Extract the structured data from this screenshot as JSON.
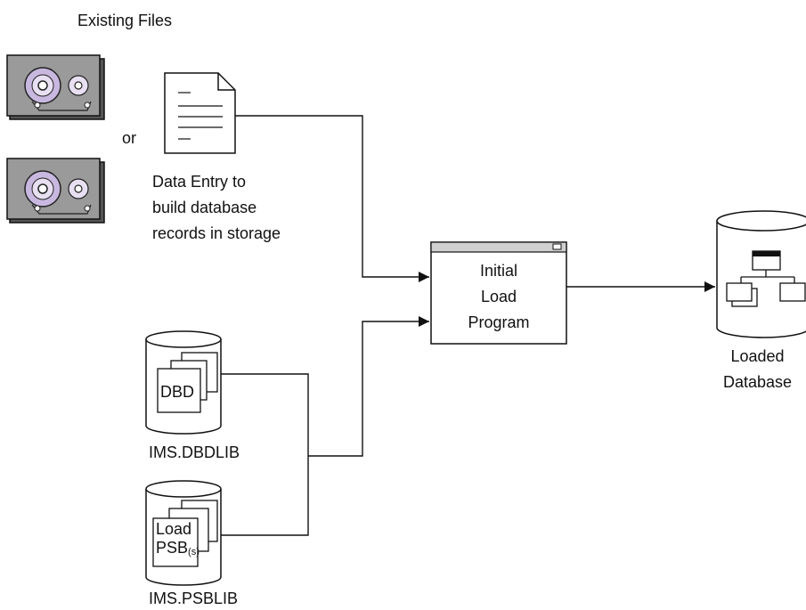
{
  "header": {
    "existing_files": "Existing Files"
  },
  "connector": {
    "or": "or"
  },
  "data_entry": {
    "lines": [
      "Data Entry to",
      "build database",
      "records in storage"
    ]
  },
  "program": {
    "lines": [
      "Initial",
      "Load",
      "Program"
    ]
  },
  "output": {
    "lines": [
      "Loaded",
      "Database"
    ]
  },
  "dbdlib": {
    "member": "DBD",
    "library": "IMS.DBDLIB"
  },
  "psblib": {
    "member_line1": "Load",
    "member_line2": "PSB",
    "member_suffix": "(s)",
    "library": "IMS.PSBLIB"
  },
  "colors": {
    "stroke": "#111111",
    "tape_face": "#9a9a9a",
    "tape_reel": "#c8b8e0"
  }
}
